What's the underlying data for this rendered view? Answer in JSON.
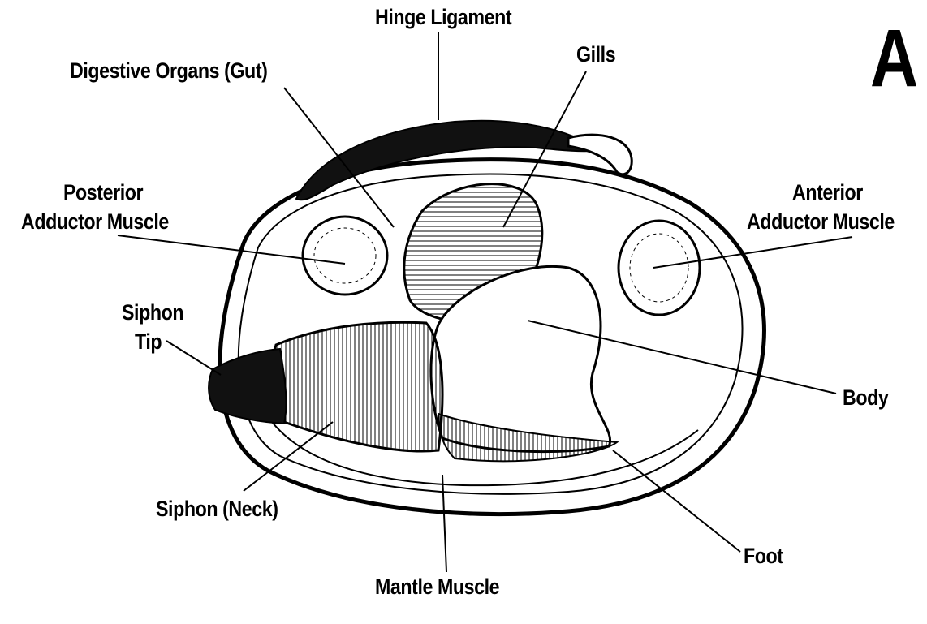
{
  "panel_letter": "A",
  "labels": {
    "hinge_ligament": "Hinge Ligament",
    "gills": "Gills",
    "digestive_organs": "Digestive Organs (Gut)",
    "posterior_adductor_line1": "Posterior",
    "posterior_adductor_line2": "Adductor Muscle",
    "anterior_adductor_line1": "Anterior",
    "anterior_adductor_line2": "Adductor Muscle",
    "siphon_tip_line1": "Siphon",
    "siphon_tip_line2": "Tip",
    "body": "Body",
    "siphon_neck": "Siphon (Neck)",
    "foot": "Foot",
    "mantle_muscle": "Mantle Muscle"
  },
  "colors": {
    "ink": "#000000",
    "paper": "#ffffff"
  }
}
